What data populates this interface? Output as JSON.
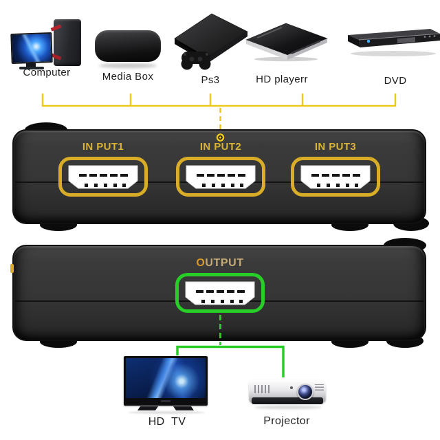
{
  "colors": {
    "yellow": "#eec81c",
    "gold_label": "#d9b335",
    "port_gold": "#d9ad27",
    "green": "#28cd28",
    "output_first": "#dd9a26",
    "output_rest": "#c7ab77",
    "label": "#1e1e1e"
  },
  "sources": [
    {
      "name": "Computer"
    },
    {
      "name": "Media Box"
    },
    {
      "name": "Ps3"
    },
    {
      "name": "HD playerr"
    },
    {
      "name": "DVD"
    }
  ],
  "switch_top": {
    "ports": [
      {
        "label": "IN PUT1"
      },
      {
        "label": "IN PUT2"
      },
      {
        "label": "IN PUT3"
      }
    ]
  },
  "switch_bottom": {
    "output": {
      "first": "O",
      "rest": "UTPUT"
    }
  },
  "sinks": [
    {
      "name": "HD  TV"
    },
    {
      "name": "Projector"
    }
  ]
}
